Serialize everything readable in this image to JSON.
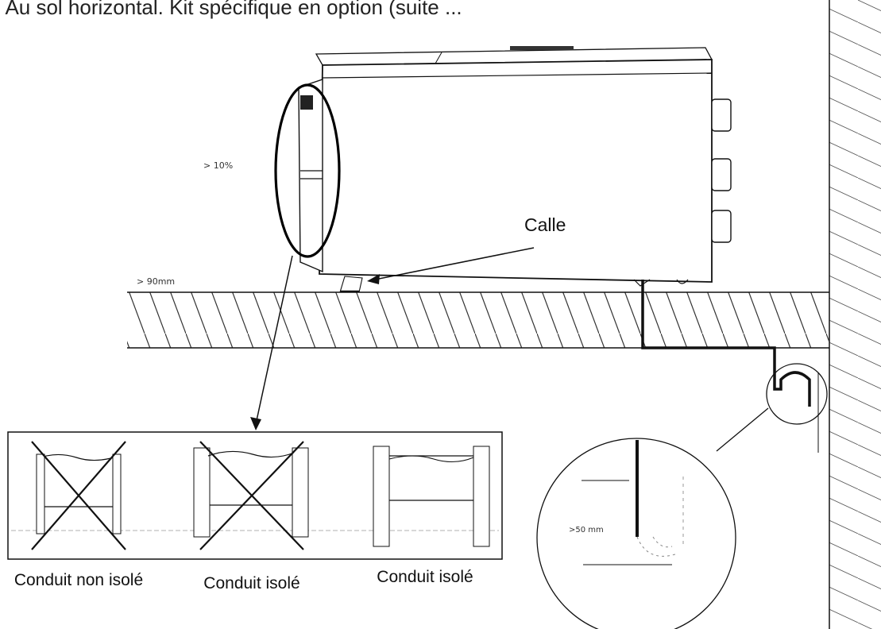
{
  "heading": "- Au sol horizontal. Kit spécifique en option (suite ...",
  "labels": {
    "slope": "> 10%",
    "height": "> 90mm",
    "shim": "Calle",
    "siphon_height": ">50 mm"
  },
  "captions": [
    "Conduit non isolé",
    "Conduit isolé",
    "Conduit isolé"
  ],
  "colors": {
    "line": "#111111",
    "hatch": "#333333",
    "highlight": "#000000"
  },
  "icons": {
    "wrong": "cross-mark-icon"
  }
}
